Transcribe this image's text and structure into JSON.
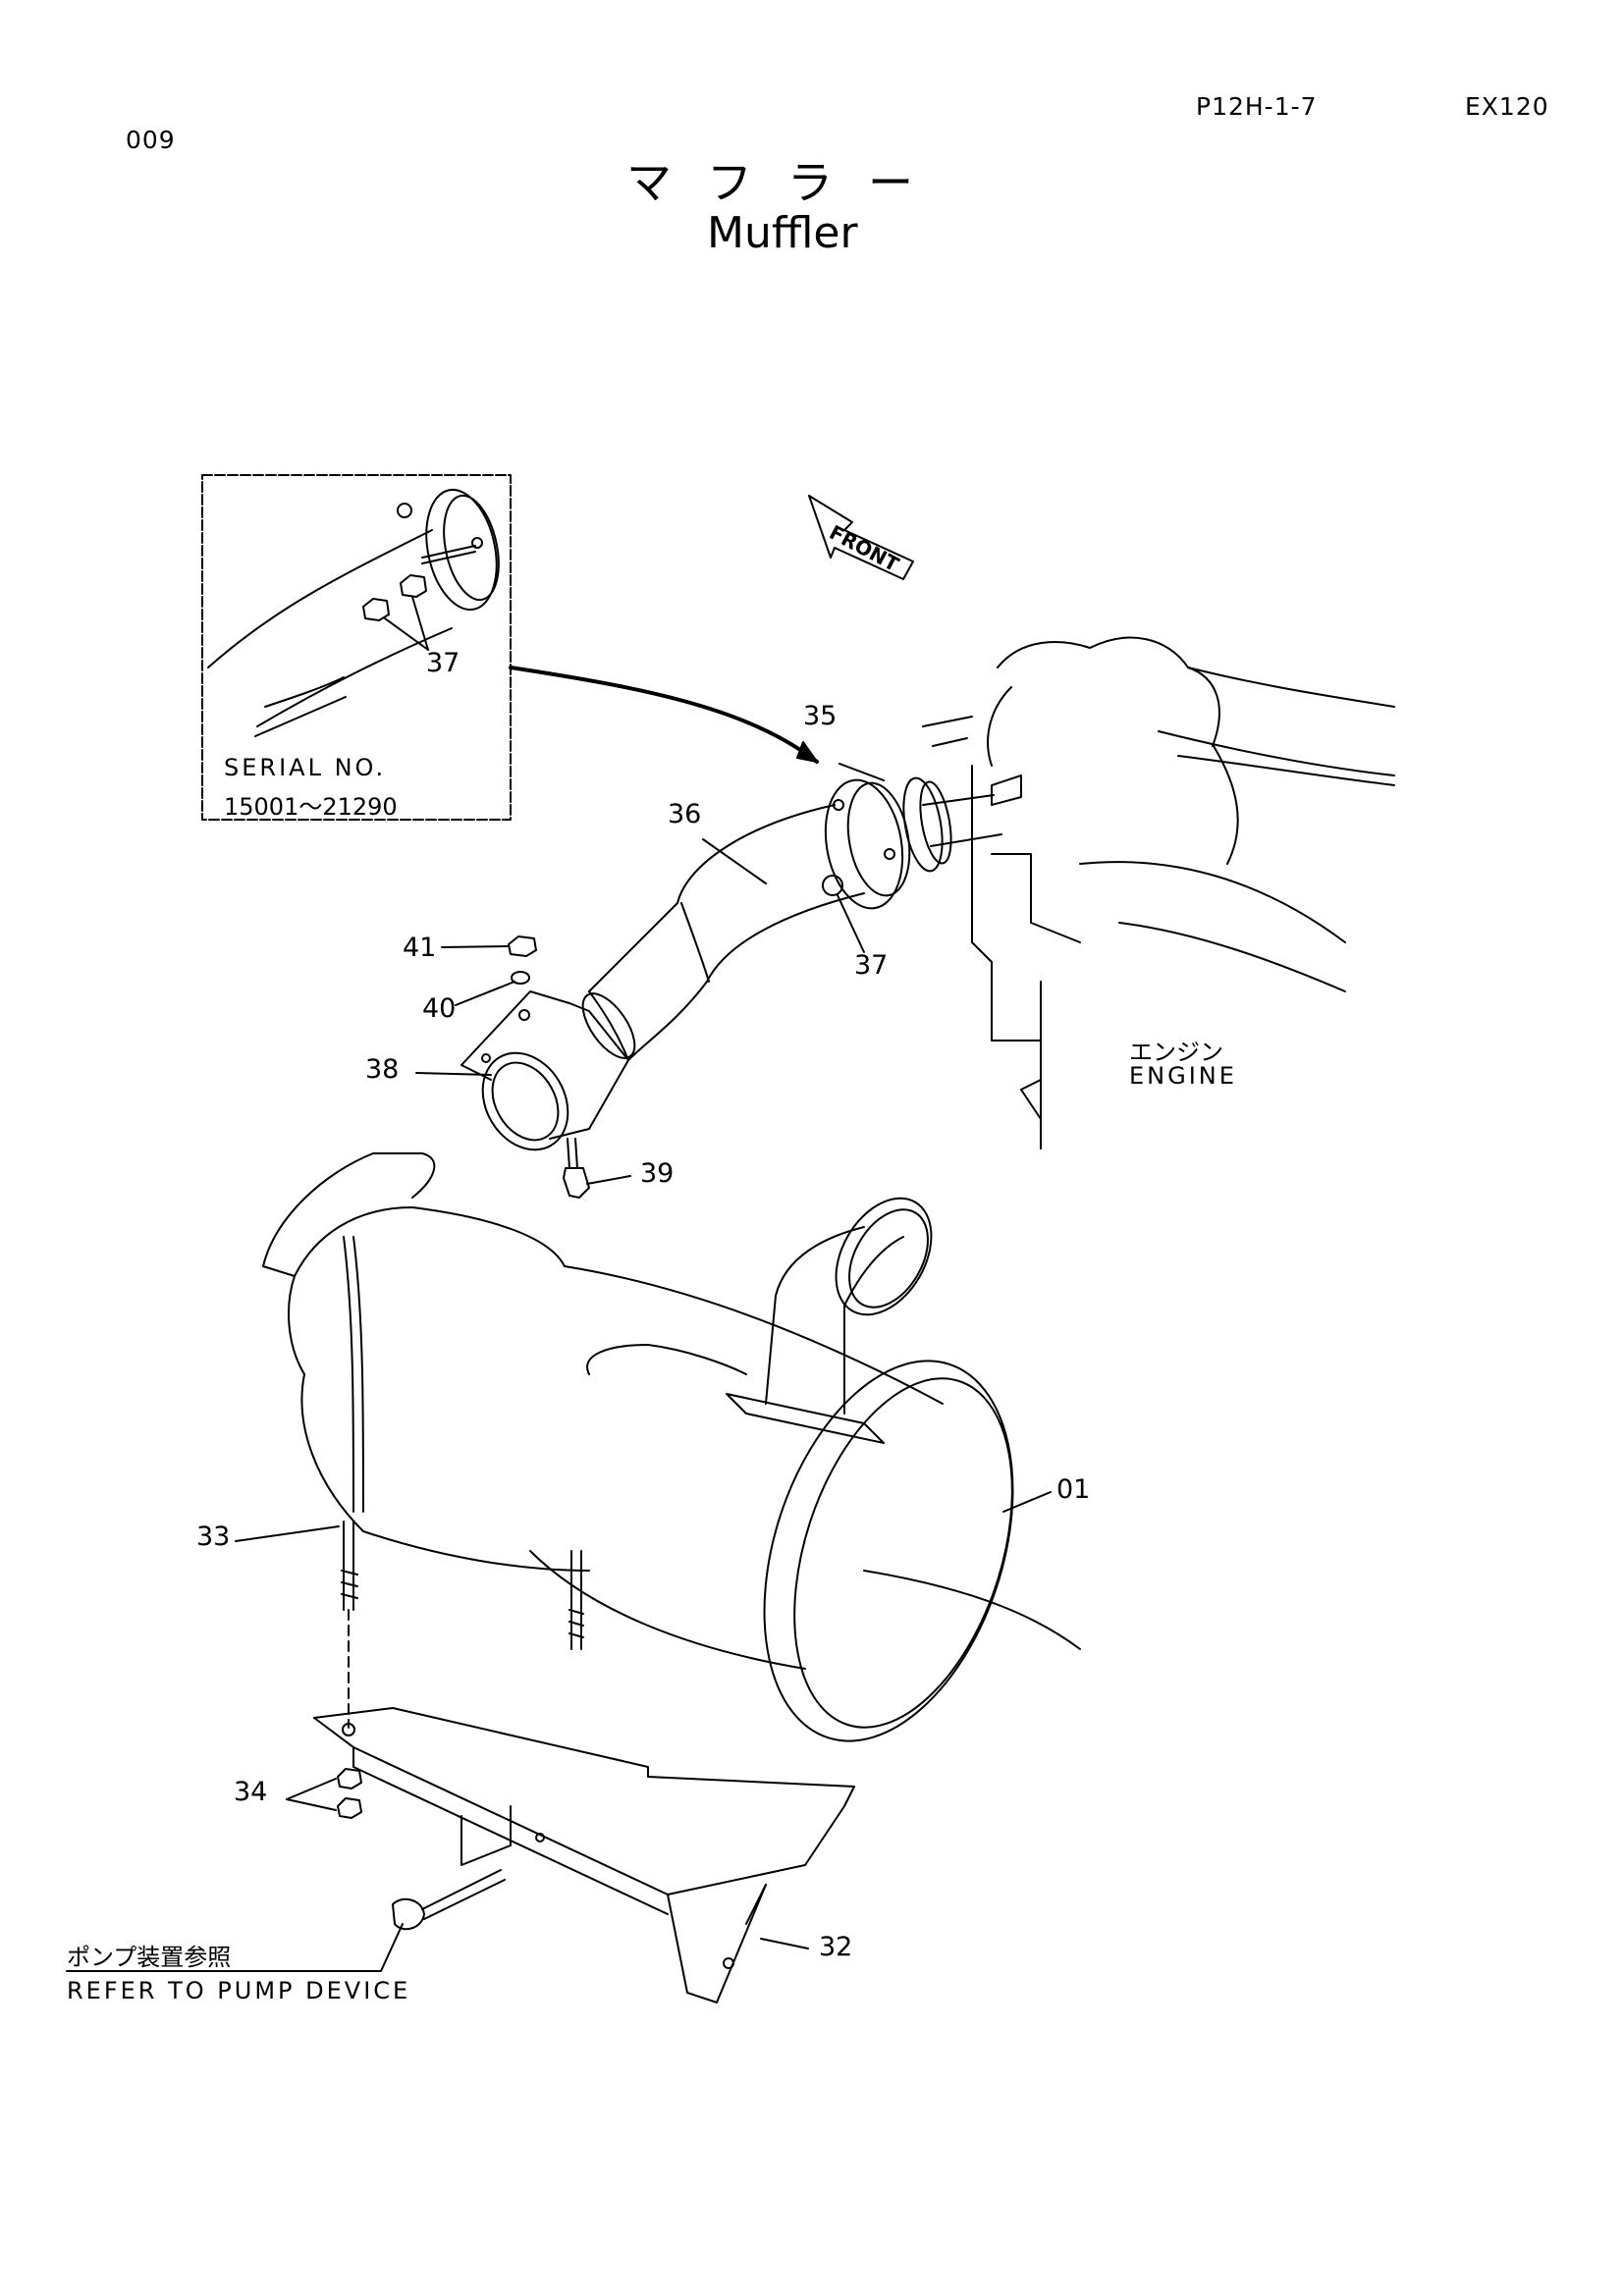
{
  "header": {
    "page_no": "009",
    "ref_code": "P12H-1-7",
    "model": "EX120"
  },
  "title": {
    "jp": "マフラー",
    "en": "Muffler"
  },
  "inset": {
    "serial_label": "SERIAL  NO.",
    "serial_range": "15001～21290",
    "callout": "37"
  },
  "front_label": "FRONT",
  "engine": {
    "jp": "エンジン",
    "en": "ENGINE"
  },
  "callouts": {
    "c35": "35",
    "c36": "36",
    "c37": "37",
    "c41": "41",
    "c40": "40",
    "c38": "38",
    "c39": "39",
    "c01": "01",
    "c33": "33",
    "c34": "34",
    "c32": "32"
  },
  "pump_note": {
    "jp": "ポンプ装置参照",
    "en": "REFER  TO  PUMP  DEVICE"
  }
}
